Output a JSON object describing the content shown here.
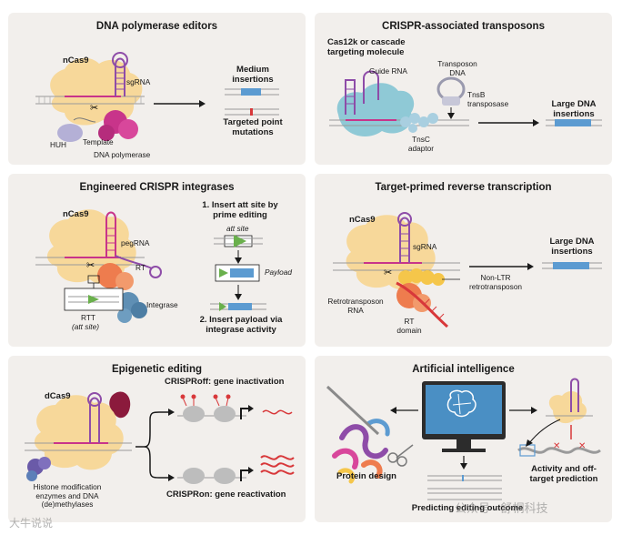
{
  "panels": {
    "p1": {
      "title": "DNA polymerase editors",
      "ncas9": "nCas9",
      "sgrna": "sgRNA",
      "huh": "HUH",
      "template": "Template",
      "dna_polymerase": "DNA polymerase",
      "medium_insertions": "Medium insertions",
      "targeted_point_mutations": "Targeted point mutations"
    },
    "p2": {
      "title": "CRISPR-associated transposons",
      "cas12k": "Cas12k or cascade targeting molecule",
      "guide_rna": "Guide RNA",
      "transposon_dna": "Transposon DNA",
      "tnsb": "TnsB transposase",
      "tnsc": "TnsC adaptor",
      "large_insertions": "Large DNA insertions"
    },
    "p3": {
      "title": "Engineered CRISPR integrases",
      "ncas9": "nCas9",
      "pegrna": "pegRNA",
      "rt": "RT",
      "integrase": "Integrase",
      "rtt": "RTT",
      "att_site_paren": "(att site)",
      "step1": "1. Insert att site by prime editing",
      "att_site": "att site",
      "payload": "Payload",
      "step2": "2. Insert payload via integrase activity"
    },
    "p4": {
      "title": "Target-primed reverse transcription",
      "ncas9": "nCas9",
      "sgrna": "sgRNA",
      "large_insertions": "Large DNA insertions",
      "nonltr": "Non-LTR retrotransposon",
      "retro_rna": "Retrotransposon RNA",
      "rt_domain": "RT domain"
    },
    "p5": {
      "title": "Epigenetic editing",
      "dcas9": "dCas9",
      "crisproff": "CRISPRoff: gene inactivation",
      "crispron": "CRISPRon: gene reactivation",
      "histone": "Histone modification enzymes and DNA (de)methylases"
    },
    "p6": {
      "title": "Artificial intelligence",
      "protein_design": "Protein design",
      "predicting": "Predicting editing outcome",
      "activity": "Activity and off-target prediction"
    }
  },
  "watermark": {
    "left": "大牛说说",
    "right": "公众号 · 舒桐科技"
  },
  "colors": {
    "panel_bg": "#f2efec",
    "cas_orange": "#f7d89a",
    "rna_purple": "#8e4ca8",
    "pink_magenta": "#c8348a",
    "teal": "#8fc9d6",
    "blue_dna": "#5c9bd1",
    "red_dna": "#d8383a",
    "green_att": "#6ab04c",
    "rt_orange": "#ee7c4e"
  }
}
